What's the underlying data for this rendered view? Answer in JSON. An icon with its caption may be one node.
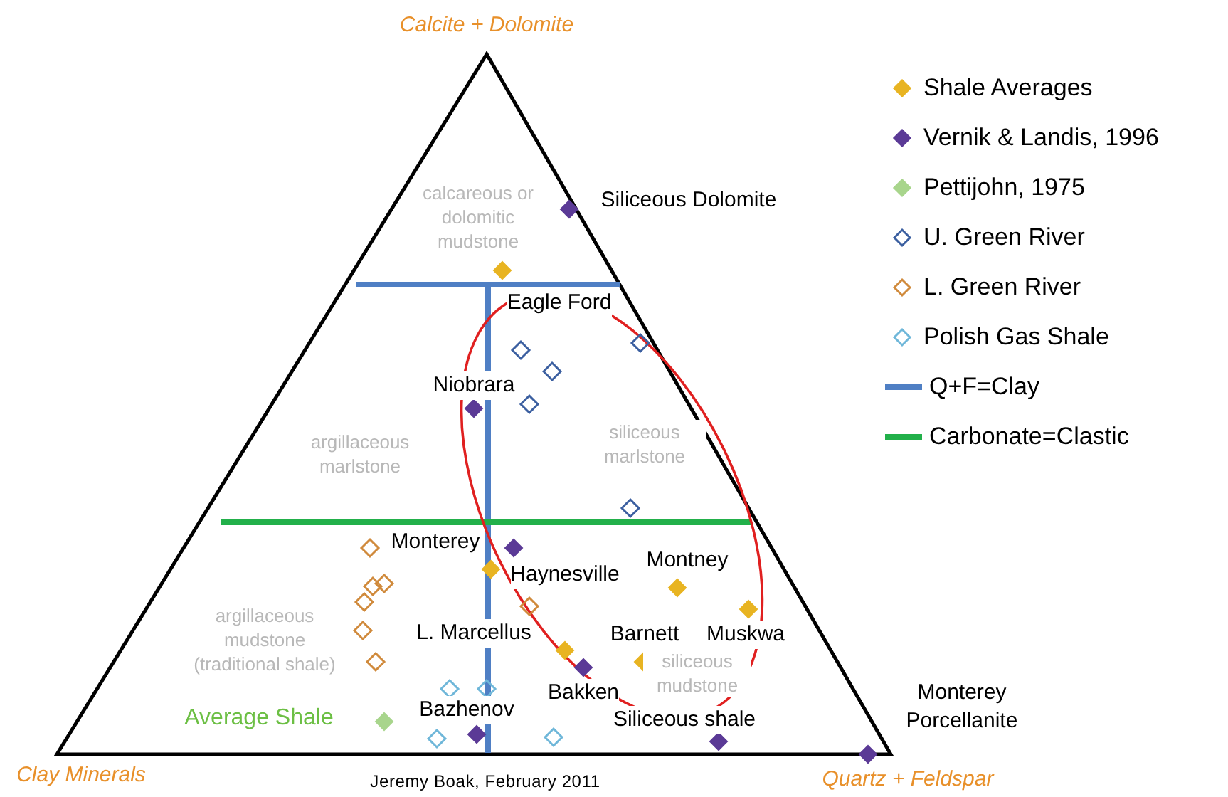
{
  "diagram": {
    "labels": [
      "Calcite + Dolomite",
      "Siliceous Dolomite",
      "calcareous or dolomitic mudstone",
      "Eagle Ford",
      "Niobrara",
      "argillaceous marlstone",
      "siliceous marlstone",
      "Monterey",
      "Montney",
      "Haynesville",
      "argillaceous mudstone (traditional shale)",
      "L. Marcellus",
      "Barnett",
      "Muskwa",
      "siliceous mudstone",
      "Average Shale",
      "Bazhenov",
      "Bakken",
      "Siliceous shale",
      "Monterey Porcellanite",
      "Clay Minerals",
      "Jeremy Boak, February 2011",
      "Quartz + Feldspar"
    ],
    "legend": [
      {
        "text": "Shale Averages"
      },
      {
        "text": "Vernik & Landis, 1996"
      },
      {
        "text": "Pettijohn, 1975"
      },
      {
        "text": "U. Green River"
      },
      {
        "text": "L. Green River"
      },
      {
        "text": "Polish Gas Shale"
      },
      {
        "text": "Q+F=Clay"
      },
      {
        "text": "Carbonate=Clastic"
      }
    ]
  }
}
